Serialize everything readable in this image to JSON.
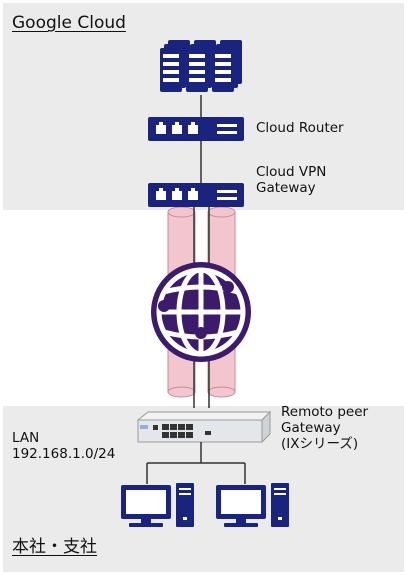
{
  "regions": {
    "cloud": {
      "title": "Google Cloud",
      "fill": "#ebebeb"
    },
    "office": {
      "title": "本社・支社",
      "fill": "#ebebeb"
    }
  },
  "devices": {
    "cloud_router": {
      "label": "Cloud Router"
    },
    "vpn_gateway": {
      "label_lines": [
        "Cloud VPN",
        "Gateway"
      ]
    },
    "peer_gateway": {
      "label_lines": [
        "Remoto peer",
        "Gateway",
        "(IXシリーズ)"
      ]
    }
  },
  "lan": {
    "label": "LAN",
    "subnet": "192.168.1.0/24"
  },
  "icons": {
    "servers": "server-stack-icon",
    "router": "router-icon",
    "gateway": "vpn-gateway-icon",
    "internet": "internet-globe-icon",
    "peer": "network-appliance-icon",
    "pc": "desktop-pc-icon"
  },
  "colors": {
    "device_navy": "#1a237e",
    "globe_purple": "#3d1b6b",
    "tunnel_fill": "#f3c6cf",
    "tunnel_stroke": "#c98a97",
    "line": "#333333"
  }
}
